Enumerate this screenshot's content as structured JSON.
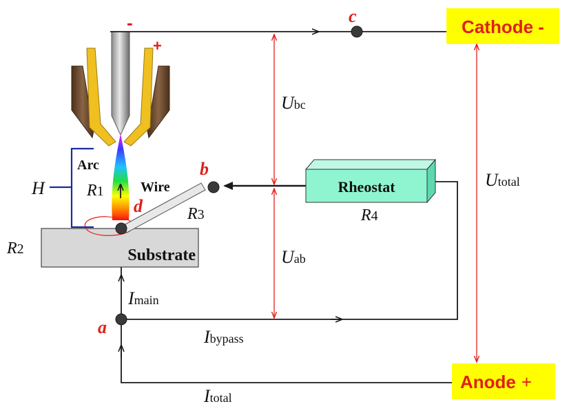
{
  "terminals": {
    "cathode": "Cathode -",
    "anode_word": "Anode",
    "anode_sign": "+"
  },
  "torch": {
    "electrode_sign": "-",
    "nozzle_sign": "+"
  },
  "labels": {
    "arc": "Arc",
    "wire": "Wire",
    "substrate": "Substrate",
    "rheostat": "Rheostat",
    "height": "H"
  },
  "nodes": {
    "a": "a",
    "b": "b",
    "c": "c",
    "d": "d"
  },
  "resistors": {
    "r1": {
      "symbol": "R",
      "sub": "1"
    },
    "r2": {
      "symbol": "R",
      "sub": "2"
    },
    "r3": {
      "symbol": "R",
      "sub": "3"
    },
    "r4": {
      "symbol": "R",
      "sub": "4"
    }
  },
  "voltages": {
    "ubc": {
      "symbol": "U",
      "sub": "bc"
    },
    "uab": {
      "symbol": "U",
      "sub": "ab"
    },
    "utotal": {
      "symbol": "U",
      "sub": "total"
    }
  },
  "currents": {
    "imain": {
      "symbol": "I",
      "sub": "main"
    },
    "ibypass": {
      "symbol": "I",
      "sub": "bypass"
    },
    "itotal": {
      "symbol": "I",
      "sub": "total"
    }
  },
  "colors": {
    "wire": "#1a1a1a",
    "red": "#e0201a",
    "terminal_bg": "#ffff00",
    "rheostat_fill": "#8ff5d0",
    "substrate_fill": "#d8d8d8",
    "nozzle_gold": "#f0c020",
    "nozzle_brown": "#6b4a2e",
    "bracket_blue": "#1a2a9c"
  }
}
